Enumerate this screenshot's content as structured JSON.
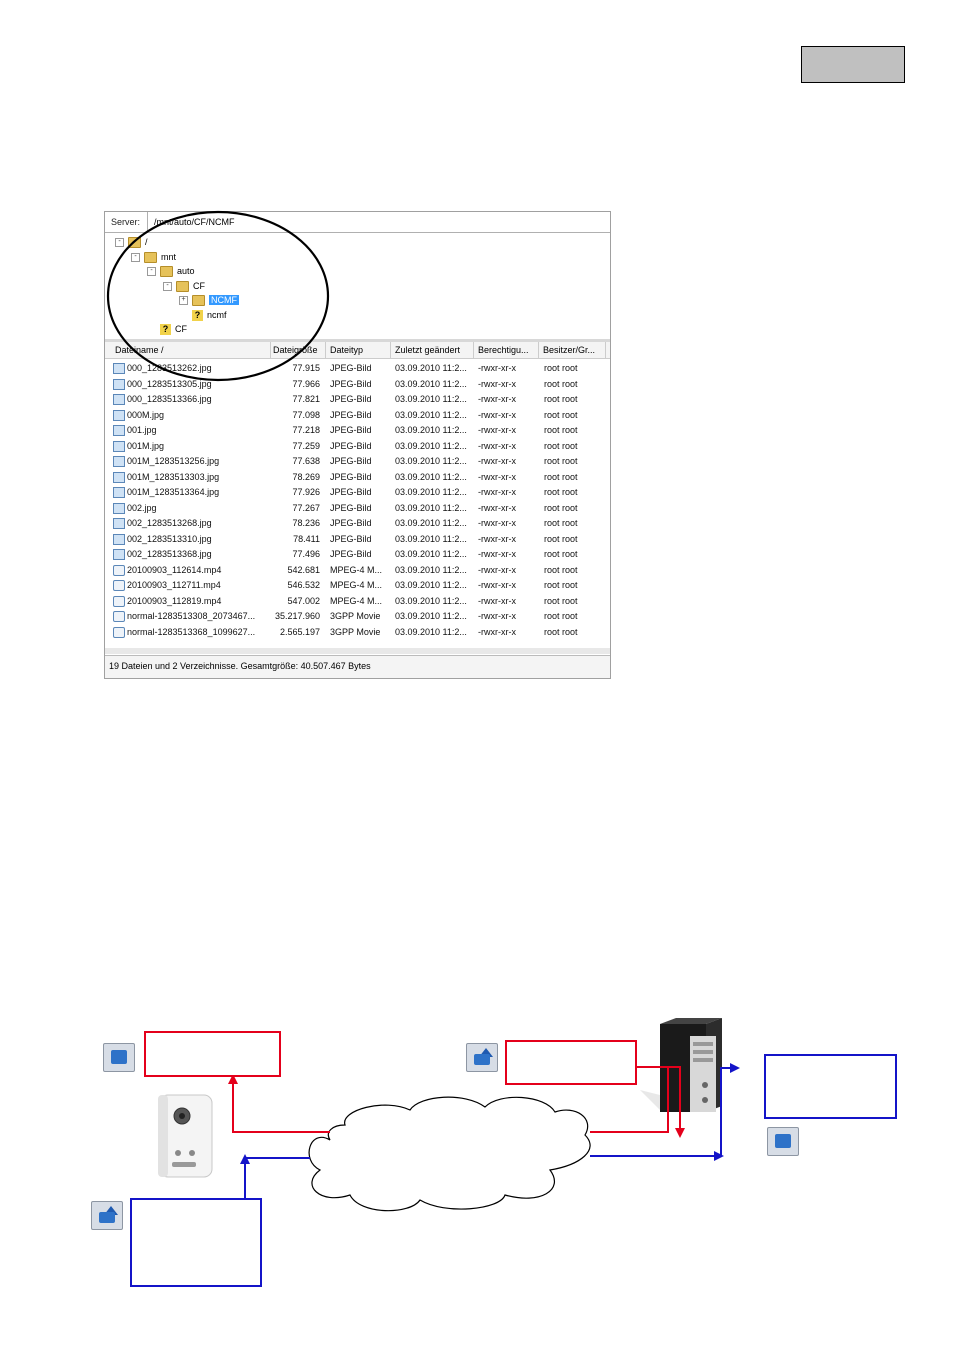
{
  "file_manager": {
    "server_label": "Server:",
    "server_path": "/mnt/auto/CF/NCMF",
    "tree": [
      {
        "label": "/",
        "level": 0,
        "expander": "-",
        "icon": "folder"
      },
      {
        "label": "mnt",
        "level": 1,
        "expander": "-",
        "icon": "folder"
      },
      {
        "label": "auto",
        "level": 2,
        "expander": "-",
        "icon": "folder"
      },
      {
        "label": "CF",
        "level": 3,
        "expander": "-",
        "icon": "folder"
      },
      {
        "label": "NCMF",
        "level": 4,
        "expander": "+",
        "icon": "folder",
        "selected": true
      },
      {
        "label": "ncmf",
        "level": 4,
        "expander": "",
        "icon": "unknown"
      },
      {
        "label": "CF",
        "level": 2,
        "expander": "",
        "icon": "unknown"
      }
    ],
    "columns": [
      "Dateiname",
      "Dateigröße",
      "Dateityp",
      "Zuletzt geändert",
      "Berechtigu...",
      "Besitzer/Gr..."
    ],
    "sort_indicator": "/",
    "rows": [
      {
        "name": "000_1283513262.jpg",
        "size": "77.915",
        "type": "JPEG-Bild",
        "modified": "03.09.2010 11:2...",
        "perm": "-rwxr-xr-x",
        "owner": "root root",
        "icon": "image"
      },
      {
        "name": "000_1283513305.jpg",
        "size": "77.966",
        "type": "JPEG-Bild",
        "modified": "03.09.2010 11:2...",
        "perm": "-rwxr-xr-x",
        "owner": "root root",
        "icon": "image"
      },
      {
        "name": "000_1283513366.jpg",
        "size": "77.821",
        "type": "JPEG-Bild",
        "modified": "03.09.2010 11:2...",
        "perm": "-rwxr-xr-x",
        "owner": "root root",
        "icon": "image"
      },
      {
        "name": "000M.jpg",
        "size": "77.098",
        "type": "JPEG-Bild",
        "modified": "03.09.2010 11:2...",
        "perm": "-rwxr-xr-x",
        "owner": "root root",
        "icon": "image"
      },
      {
        "name": "001.jpg",
        "size": "77.218",
        "type": "JPEG-Bild",
        "modified": "03.09.2010 11:2...",
        "perm": "-rwxr-xr-x",
        "owner": "root root",
        "icon": "image"
      },
      {
        "name": "001M.jpg",
        "size": "77.259",
        "type": "JPEG-Bild",
        "modified": "03.09.2010 11:2...",
        "perm": "-rwxr-xr-x",
        "owner": "root root",
        "icon": "image"
      },
      {
        "name": "001M_1283513256.jpg",
        "size": "77.638",
        "type": "JPEG-Bild",
        "modified": "03.09.2010 11:2...",
        "perm": "-rwxr-xr-x",
        "owner": "root root",
        "icon": "image"
      },
      {
        "name": "001M_1283513303.jpg",
        "size": "78.269",
        "type": "JPEG-Bild",
        "modified": "03.09.2010 11:2...",
        "perm": "-rwxr-xr-x",
        "owner": "root root",
        "icon": "image"
      },
      {
        "name": "001M_1283513364.jpg",
        "size": "77.926",
        "type": "JPEG-Bild",
        "modified": "03.09.2010 11:2...",
        "perm": "-rwxr-xr-x",
        "owner": "root root",
        "icon": "image"
      },
      {
        "name": "002.jpg",
        "size": "77.267",
        "type": "JPEG-Bild",
        "modified": "03.09.2010 11:2...",
        "perm": "-rwxr-xr-x",
        "owner": "root root",
        "icon": "image"
      },
      {
        "name": "002_1283513268.jpg",
        "size": "78.236",
        "type": "JPEG-Bild",
        "modified": "03.09.2010 11:2...",
        "perm": "-rwxr-xr-x",
        "owner": "root root",
        "icon": "image"
      },
      {
        "name": "002_1283513310.jpg",
        "size": "78.411",
        "type": "JPEG-Bild",
        "modified": "03.09.2010 11:2...",
        "perm": "-rwxr-xr-x",
        "owner": "root root",
        "icon": "image"
      },
      {
        "name": "002_1283513368.jpg",
        "size": "77.496",
        "type": "JPEG-Bild",
        "modified": "03.09.2010 11:2...",
        "perm": "-rwxr-xr-x",
        "owner": "root root",
        "icon": "image"
      },
      {
        "name": "20100903_112614.mp4",
        "size": "542.681",
        "type": "MPEG-4 M...",
        "modified": "03.09.2010 11:2...",
        "perm": "-rwxr-xr-x",
        "owner": "root root",
        "icon": "movie"
      },
      {
        "name": "20100903_112711.mp4",
        "size": "546.532",
        "type": "MPEG-4 M...",
        "modified": "03.09.2010 11:2...",
        "perm": "-rwxr-xr-x",
        "owner": "root root",
        "icon": "movie"
      },
      {
        "name": "20100903_112819.mp4",
        "size": "547.002",
        "type": "MPEG-4 M...",
        "modified": "03.09.2010 11:2...",
        "perm": "-rwxr-xr-x",
        "owner": "root root",
        "icon": "movie"
      },
      {
        "name": "normal-1283513308_2073467...",
        "size": "35.217.960",
        "type": "3GPP Movie",
        "modified": "03.09.2010 11:2...",
        "perm": "-rwxr-xr-x",
        "owner": "root root",
        "icon": "movie"
      },
      {
        "name": "normal-1283513368_1099627...",
        "size": "2.565.197",
        "type": "3GPP Movie",
        "modified": "03.09.2010 11:2...",
        "perm": "-rwxr-xr-x",
        "owner": "root root",
        "icon": "movie"
      }
    ],
    "status": "19 Dateien und 2 Verzeichnisse. Gesamtgröße: 40.507.467 Bytes"
  },
  "colors": {
    "highlight_circle": "#000000",
    "upstream_line": "#e4001b",
    "downstream_line": "#1414c8",
    "selection": "#3399ff",
    "page_badge": "#c0c0c0"
  },
  "diagram": {
    "icons": [
      "download-icon",
      "upload-icon",
      "upload-icon",
      "download-icon"
    ]
  }
}
